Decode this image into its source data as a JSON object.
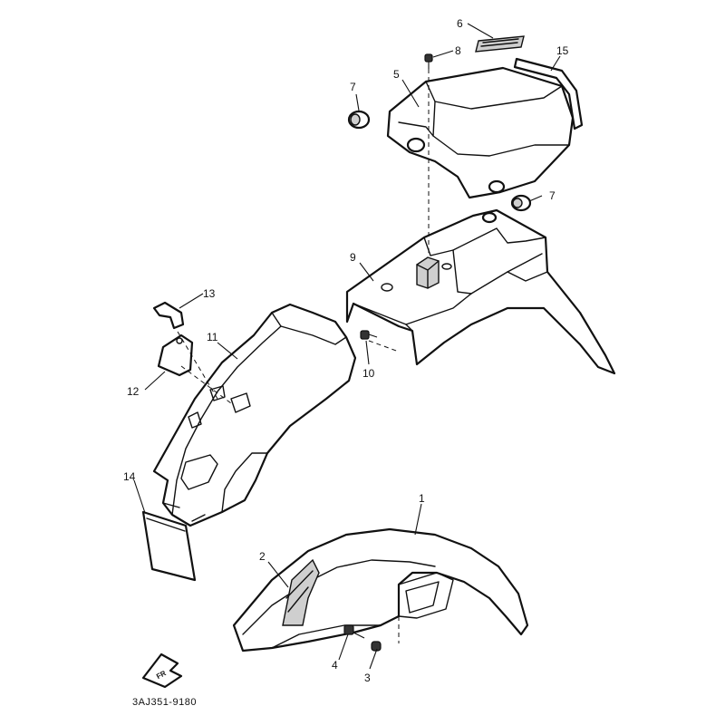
{
  "diagram": {
    "callouts": [
      "1",
      "2",
      "3",
      "4",
      "5",
      "6",
      "7",
      "7",
      "8",
      "9",
      "10",
      "11",
      "12",
      "13",
      "14",
      "15"
    ],
    "direction_marker": "FR",
    "drawing_code": "3AJ351-9180"
  }
}
